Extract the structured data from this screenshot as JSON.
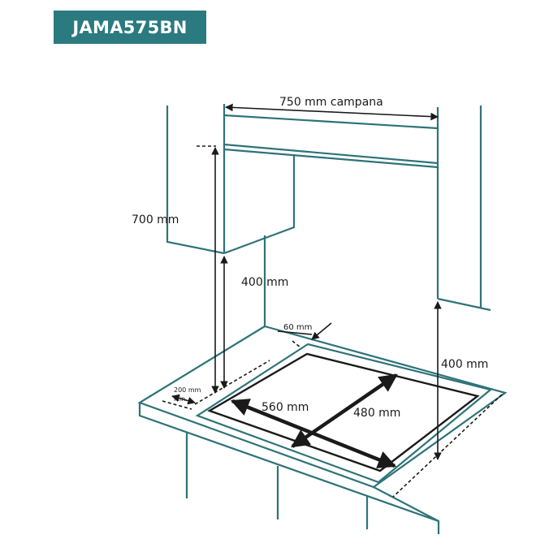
{
  "header": {
    "model": "JAMA575BN"
  },
  "dimensions": {
    "hood_width": "750 mm campana",
    "height_700": "700 mm",
    "height_400_left": "400 mm",
    "height_400_right": "400 mm",
    "depth_60": "60 mm",
    "side_200": "200 mm",
    "side_min": "Min.",
    "cutout_width": "560 mm",
    "cutout_depth": "480 mm"
  },
  "colors": {
    "accent": "#2a7a80",
    "line": "#2e7378",
    "dimension": "#1a1a1a"
  }
}
